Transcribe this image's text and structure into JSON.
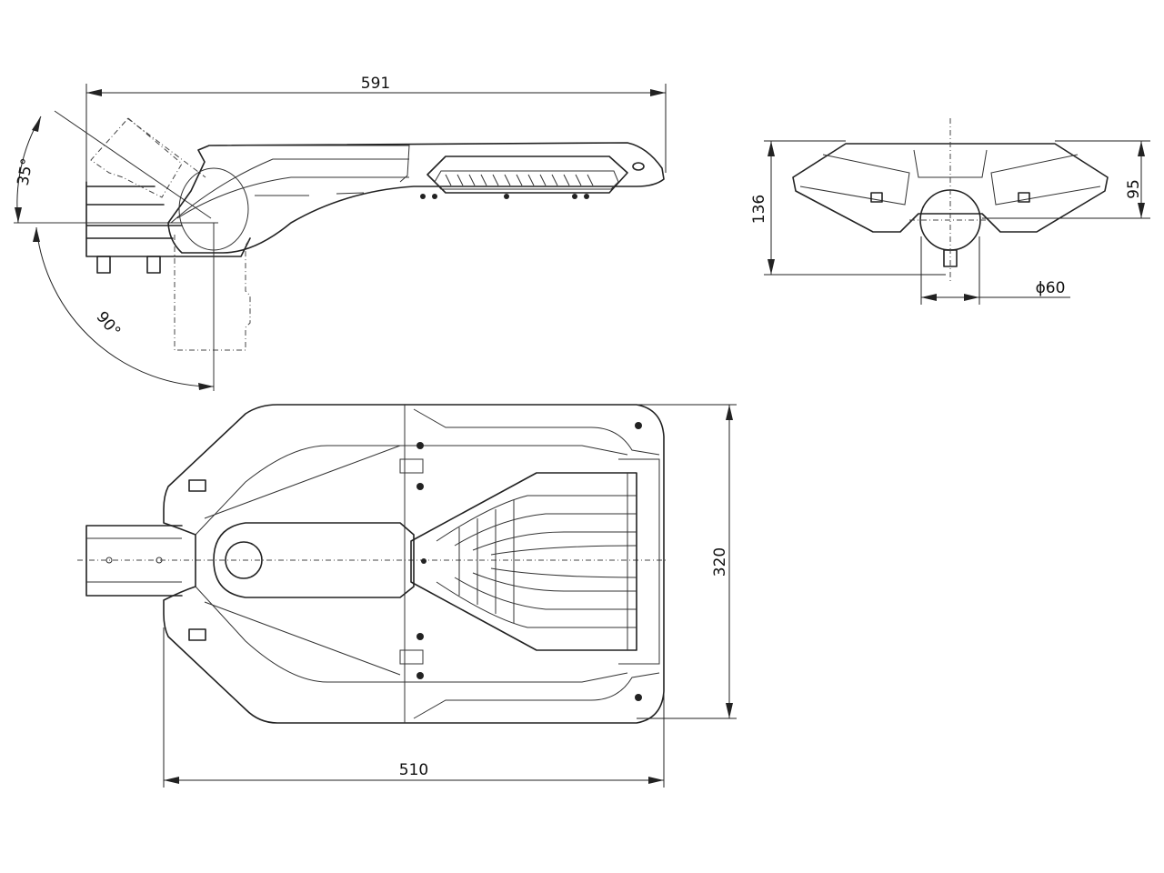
{
  "title": "Street light dimension drawing",
  "side_view": {
    "length_label": "591",
    "tilt_angle_label": "35°",
    "mount_angle_label": "90°"
  },
  "front_view": {
    "height_label": "136",
    "body_height_label": "95",
    "pole_diameter_label": "ϕ60"
  },
  "top_view": {
    "width_label": "320",
    "length_label": "510"
  },
  "colors": {
    "line": "#222222",
    "background": "#ffffff"
  }
}
